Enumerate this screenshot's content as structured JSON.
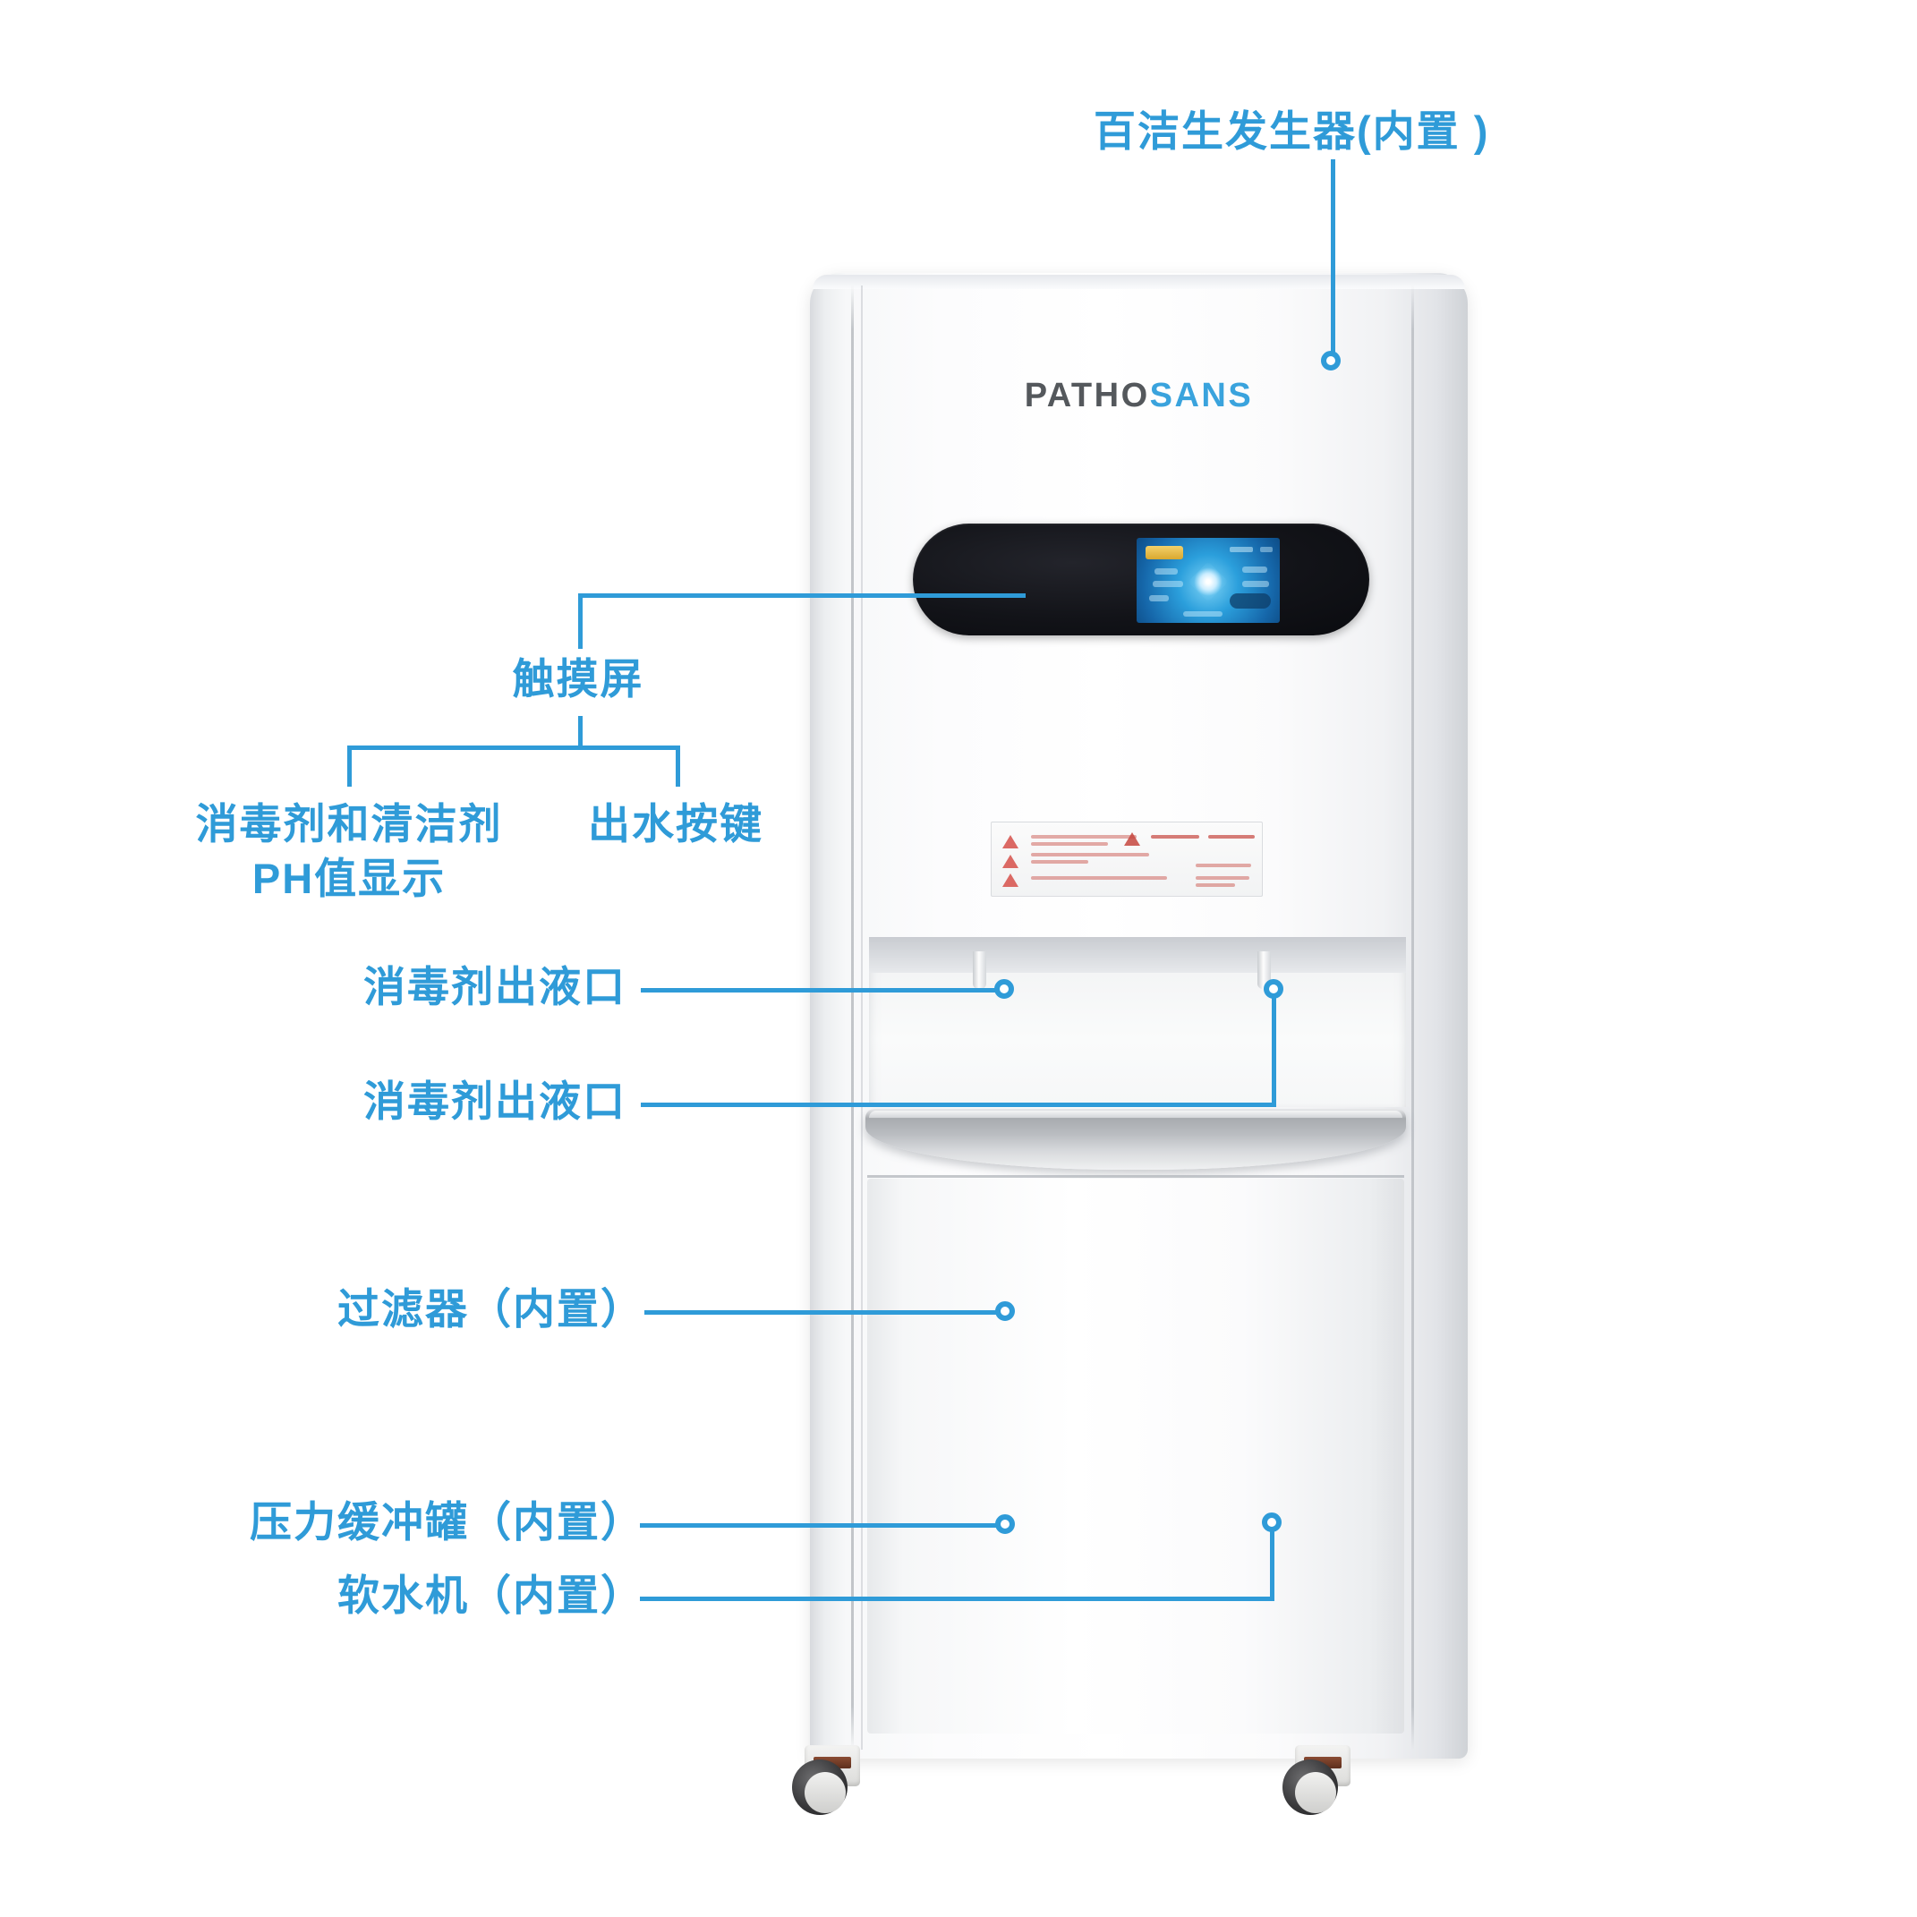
{
  "product": {
    "brand_dark": "PATHO",
    "brand_light": "SANS"
  },
  "callouts": {
    "generator": "百洁生发生器(内置 )",
    "touchscreen": "触摸屏",
    "ph_display_line1": "消毒剂和清洁剂",
    "ph_display_line2": "PH值显示",
    "dispense_button": "出水按键",
    "outlet_1": "消毒剂出液口",
    "outlet_2": "消毒剂出液口",
    "filter": "过滤器（内置）",
    "pressure_tank": "压力缓冲罐（内置）",
    "water_softener": "软水机（内置）"
  },
  "colors": {
    "accent": "#2f9bd8",
    "brand_dark": "#54585c",
    "brand_light": "#3aa3dd",
    "warning_red": "#d6504a",
    "screen_blue": "#2b9fdc"
  }
}
